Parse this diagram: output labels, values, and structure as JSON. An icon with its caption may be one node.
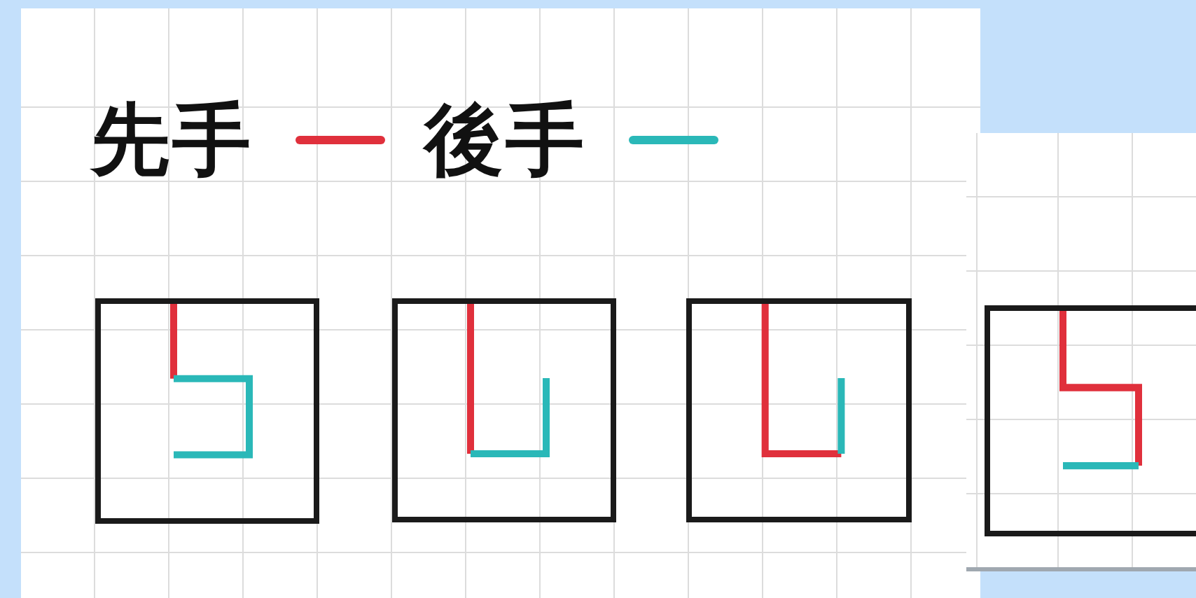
{
  "diagram": {
    "nodes": [
      {
        "text": [],
        "shape": "box"
      },
      {
        "text": [],
        "shape": "box"
      },
      {
        "text": [],
        "shape": "box"
      },
      {
        "text": [],
        "shape": "box"
      }
    ],
    "legend": [
      {
        "text": "先手",
        "color": "#e0303c"
      },
      {
        "text": "後手",
        "color": "#2ab8b8"
      }
    ]
  }
}
